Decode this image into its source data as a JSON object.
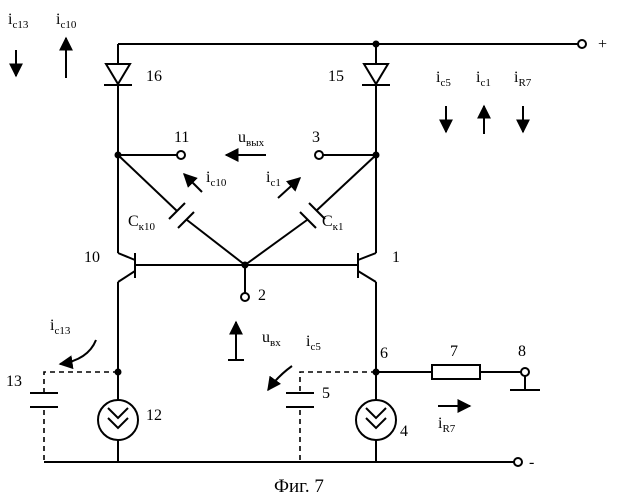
{
  "caption": "Фиг. 7",
  "nodes": {
    "n1": "1",
    "n2": "2",
    "n3": "3",
    "n4": "4",
    "n5": "5",
    "n6": "6",
    "n7": "7",
    "n8": "8",
    "n10": "10",
    "n11": "11",
    "n12": "12",
    "n13": "13",
    "n15": "15",
    "n16": "16"
  },
  "terminals": {
    "plus": "+",
    "minus": "-"
  },
  "symbols": {
    "i": "i",
    "u": "u",
    "C": "C",
    "c13": "c13",
    "c10": "c10",
    "c5": "c5",
    "c1": "c1",
    "R7": "R7",
    "vyh": "вых",
    "vh": "вх",
    "k10": "к10",
    "k1": "к1"
  },
  "colors": {
    "ink": "#000000",
    "background": "#ffffff"
  }
}
